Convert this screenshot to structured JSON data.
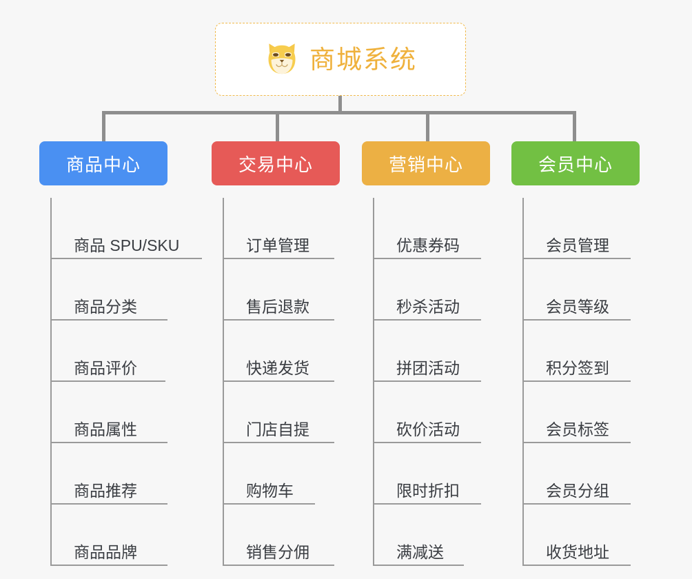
{
  "root": {
    "title": "商城系统",
    "logo_icon": "shiba-inu-icon",
    "border_color": "#f0b94a",
    "text_color": "#efb13c"
  },
  "connector_color": "#8e8e8e",
  "background_color": "#f7f7f7",
  "columns": [
    {
      "label": "商品中心",
      "color": "#4a90f2",
      "items": [
        "商品 SPU/SKU",
        "商品分类",
        "商品评价",
        "商品属性",
        "商品推荐",
        "商品品牌"
      ]
    },
    {
      "label": "交易中心",
      "color": "#e65a57",
      "items": [
        "订单管理",
        "售后退款",
        "快递发货",
        "门店自提",
        "购物车",
        "销售分佣"
      ]
    },
    {
      "label": "营销中心",
      "color": "#ecb044",
      "items": [
        "优惠券码",
        "秒杀活动",
        "拼团活动",
        "砍价活动",
        "限时折扣",
        "满减送"
      ]
    },
    {
      "label": "会员中心",
      "color": "#72c043",
      "items": [
        "会员管理",
        "会员等级",
        "积分签到",
        "会员标签",
        "会员分组",
        "收货地址"
      ]
    }
  ]
}
